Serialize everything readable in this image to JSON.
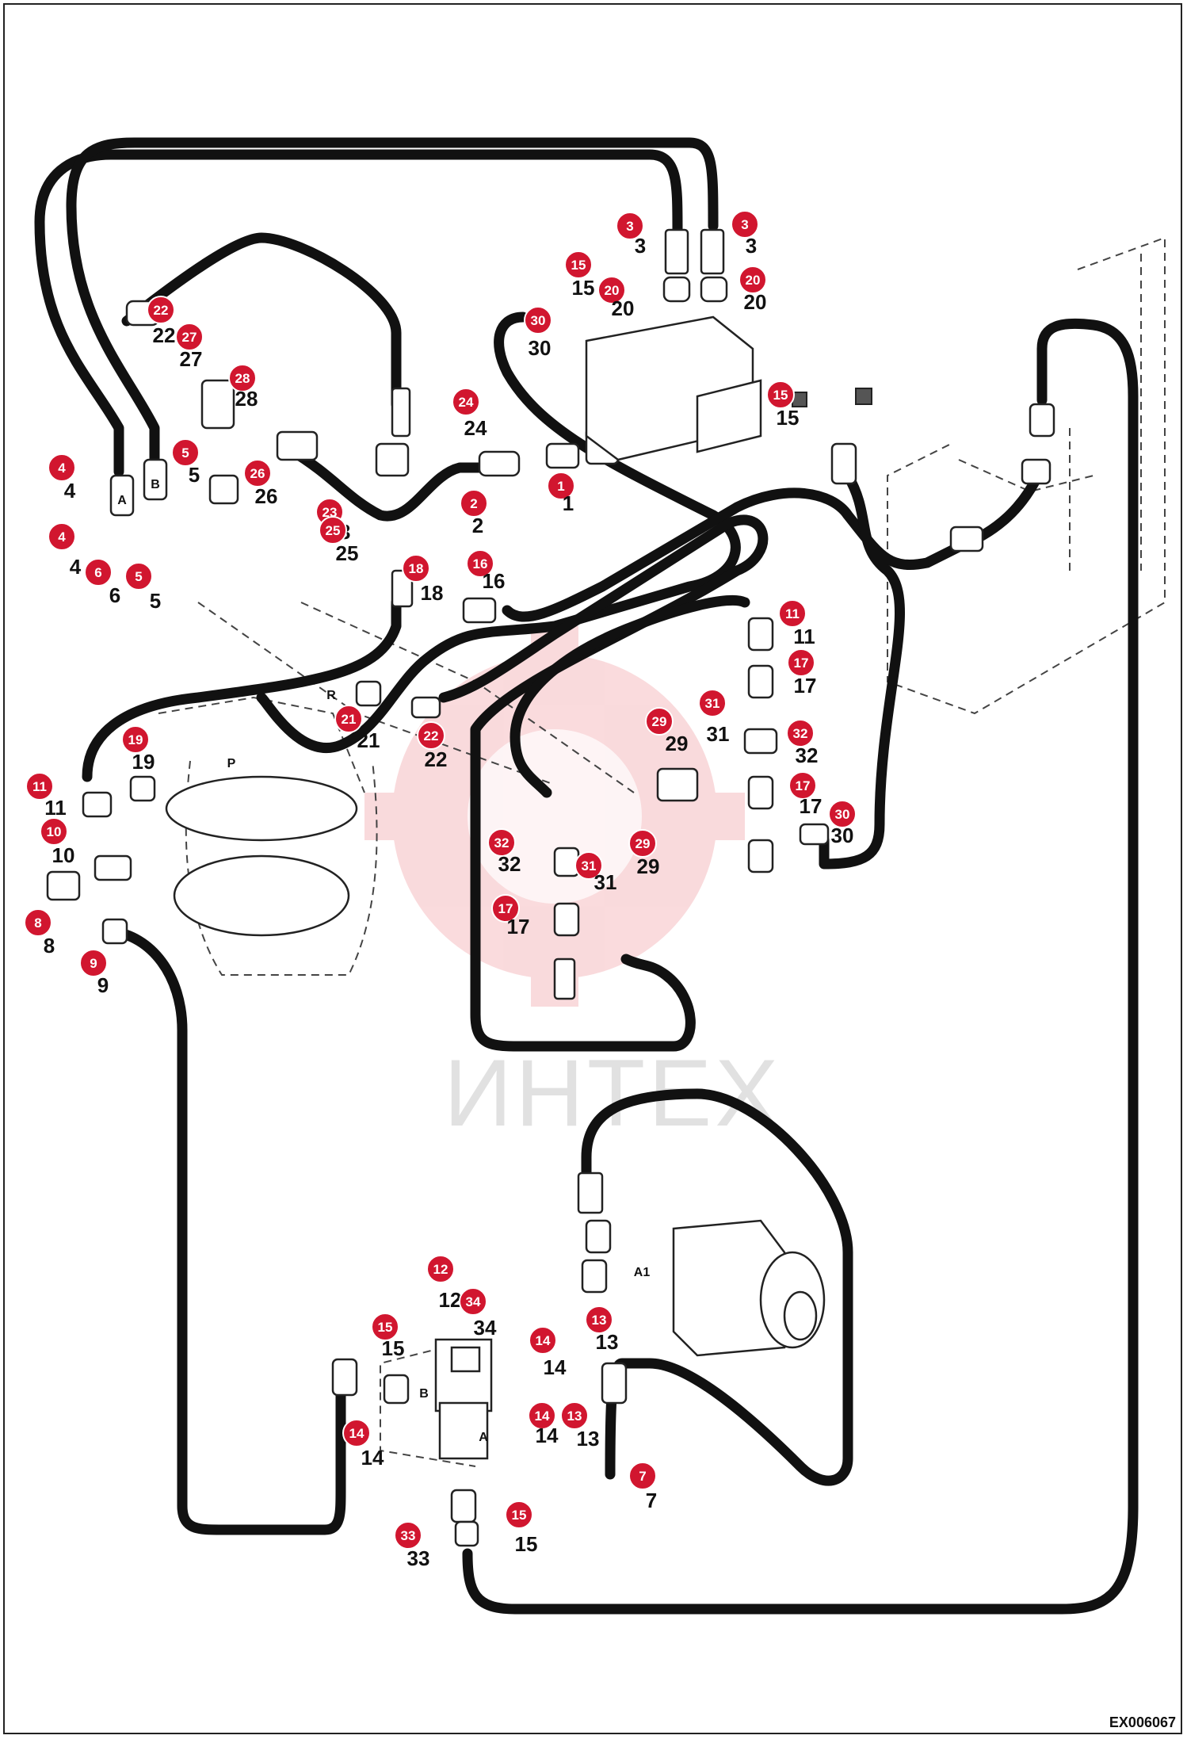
{
  "document": {
    "code": "EX006067",
    "watermark": "ИНТЕХ"
  },
  "port_letters": [
    "A",
    "B",
    "R",
    "P",
    "B",
    "A",
    "A1"
  ],
  "callouts": [
    {
      "n": "1"
    },
    {
      "n": "2"
    },
    {
      "n": "3"
    },
    {
      "n": "3"
    },
    {
      "n": "4"
    },
    {
      "n": "4"
    },
    {
      "n": "5"
    },
    {
      "n": "5"
    },
    {
      "n": "6"
    },
    {
      "n": "7"
    },
    {
      "n": "8"
    },
    {
      "n": "9"
    },
    {
      "n": "10"
    },
    {
      "n": "11"
    },
    {
      "n": "11"
    },
    {
      "n": "12"
    },
    {
      "n": "13"
    },
    {
      "n": "13"
    },
    {
      "n": "14"
    },
    {
      "n": "14"
    },
    {
      "n": "14"
    },
    {
      "n": "15"
    },
    {
      "n": "15"
    },
    {
      "n": "15"
    },
    {
      "n": "15"
    },
    {
      "n": "16"
    },
    {
      "n": "17"
    },
    {
      "n": "17"
    },
    {
      "n": "17"
    },
    {
      "n": "18"
    },
    {
      "n": "19"
    },
    {
      "n": "20"
    },
    {
      "n": "20"
    },
    {
      "n": "21"
    },
    {
      "n": "22"
    },
    {
      "n": "22"
    },
    {
      "n": "23"
    },
    {
      "n": "24"
    },
    {
      "n": "25"
    },
    {
      "n": "26"
    },
    {
      "n": "27"
    },
    {
      "n": "28"
    },
    {
      "n": "29"
    },
    {
      "n": "29"
    },
    {
      "n": "30"
    },
    {
      "n": "30"
    },
    {
      "n": "31"
    },
    {
      "n": "31"
    },
    {
      "n": "32"
    },
    {
      "n": "32"
    },
    {
      "n": "33"
    },
    {
      "n": "34"
    }
  ]
}
